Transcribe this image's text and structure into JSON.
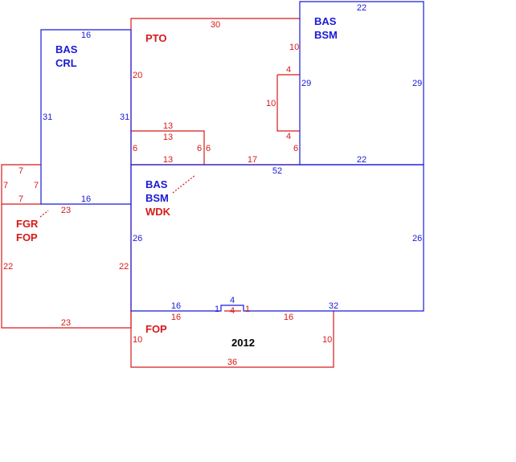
{
  "colors": {
    "bas": "#1a1ad6",
    "porch": "#d61a1a",
    "year": "#000000"
  },
  "labels": {
    "bas_bsm_top_1": "BAS",
    "bas_bsm_top_2": "BSM",
    "bas_crl_1": "BAS",
    "bas_crl_2": "CRL",
    "pto": "PTO",
    "main_1": "BAS",
    "main_2": "BSM",
    "main_3": "WDK",
    "fgr": "FGR",
    "fop_left": "FOP",
    "fop_bottom": "FOP",
    "year": "2012"
  },
  "dims": {
    "d1": "16",
    "d2": "31",
    "d3": "31",
    "d4": "16",
    "d5": "30",
    "d6": "20",
    "d7": "10",
    "d8": "4",
    "d9": "10",
    "d10": "4",
    "d11": "13",
    "d12": "13",
    "d13": "6",
    "d14": "6",
    "d15": "6",
    "d16": "13",
    "d17": "17",
    "d18": "6",
    "d19": "52",
    "d20": "22",
    "d21": "29",
    "d22": "29",
    "d23": "22",
    "d24": "7",
    "d25": "7",
    "d26": "7",
    "d27": "7",
    "d28": "23",
    "d29": "26",
    "d30": "26",
    "d31": "22",
    "d32": "22",
    "d33": "23",
    "d34": "16",
    "d35": "16",
    "d36": "4",
    "d37": "1",
    "d38": "4",
    "d39": "1",
    "d40": "16",
    "d41": "32",
    "d42": "10",
    "d43": "10",
    "d44": "36"
  }
}
